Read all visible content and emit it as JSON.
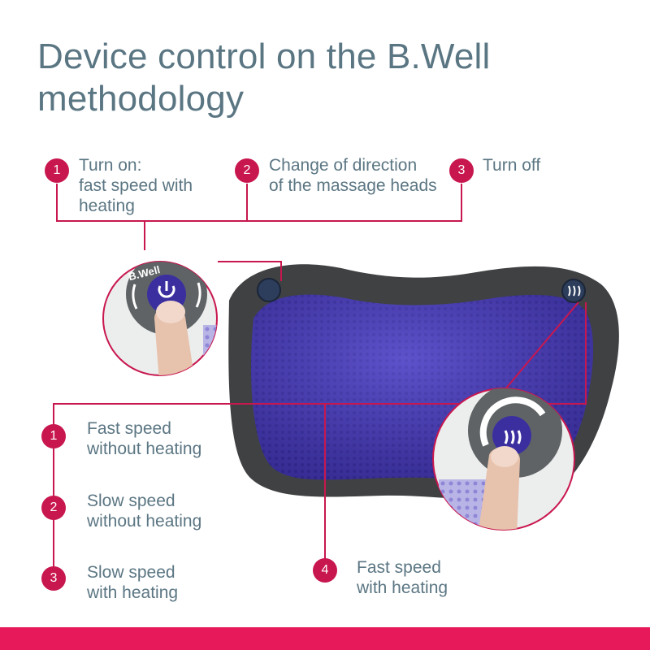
{
  "title": "Device control on the B.Well methodology",
  "top_steps": [
    {
      "num": "1",
      "text": "Turn on:\nfast speed with\nheating"
    },
    {
      "num": "2",
      "text": "Change of direction\nof the massage heads"
    },
    {
      "num": "3",
      "text": "Turn off"
    }
  ],
  "bottom_steps": [
    {
      "num": "1",
      "text": "Fast speed\nwithout heating"
    },
    {
      "num": "2",
      "text": "Slow speed\nwithout heating"
    },
    {
      "num": "3",
      "text": "Slow speed\nwith heating"
    },
    {
      "num": "4",
      "text": "Fast speed\nwith heating"
    }
  ],
  "brand_logo": "B.Well",
  "button_label": "power",
  "colors": {
    "accent": "#c8174f",
    "bar": "#e7195a",
    "text": "#5b7683",
    "pillow_shell": "#3f4143",
    "pillow_mesh": "#4b3fb7"
  },
  "icons": [
    "power-icon",
    "heat-waves-icon",
    "circular-arrows-icon"
  ]
}
